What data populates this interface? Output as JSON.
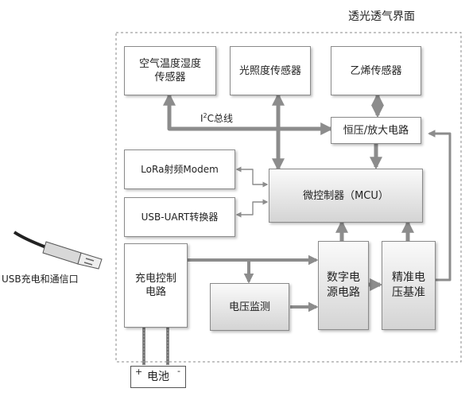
{
  "enclosure_title": "透光透气界面",
  "usb_label": "USB充电和通信口",
  "bus_label": "C总线",
  "bus_prefix": "I",
  "bus_sup": "2",
  "blocks": {
    "temp_humidity": [
      "空气温度湿度",
      "传感器"
    ],
    "light": "光照度传感器",
    "ethylene": "乙烯传感器",
    "amplifier": "恒压/放大电路",
    "lora": "LoRa射频Modem",
    "mcu": "微控制器（MCU）",
    "usb_uart": "USB-UART转换器",
    "charge_control": [
      "充电控制",
      "电路"
    ],
    "voltage_monitor": "电压监测",
    "digital_power": [
      "数字电",
      "源电路"
    ],
    "precision_ref": [
      "精准电",
      "压基准"
    ],
    "battery": "电池",
    "battery_plus": "+",
    "battery_minus": "-"
  },
  "colors": {
    "arrow": "#8c8c8c",
    "frame": "#8a8a8a"
  }
}
